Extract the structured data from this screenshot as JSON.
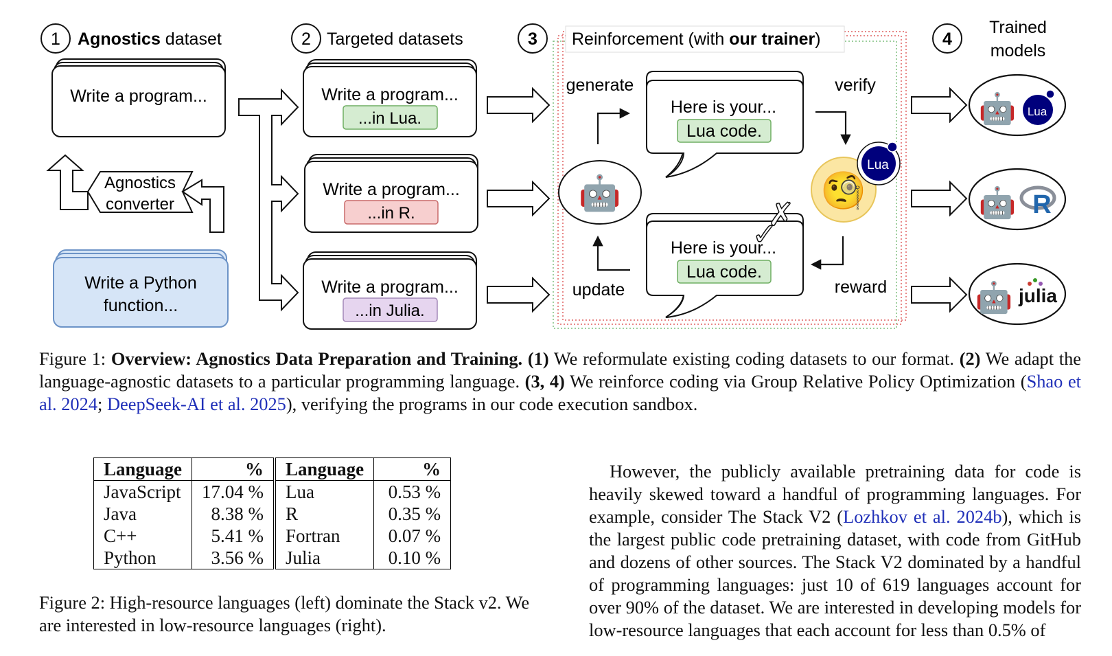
{
  "figure1": {
    "step1": {
      "num": "1",
      "bold": "Agnostics",
      "rest": " dataset"
    },
    "step2": {
      "num": "2",
      "label": "Targeted datasets"
    },
    "step3": {
      "num": "3",
      "pre": "Reinforcement (with ",
      "bold": "our trainer",
      "post": ")"
    },
    "step4": {
      "num": "4",
      "line1": "Trained",
      "line2": "models"
    },
    "write_program": "Write a program...",
    "converter_line1": "Agnostics",
    "converter_line2": "converter",
    "python_line1": "Write a Python",
    "python_line2": "function...",
    "targets": [
      {
        "suffix": "...in Lua.",
        "color": "#d5ecd1",
        "border": "#6fae62"
      },
      {
        "suffix": "...in R.",
        "color": "#f7cfcf",
        "border": "#c86a6a"
      },
      {
        "suffix": "...in Julia.",
        "color": "#e6d5ef",
        "border": "#a489b8"
      }
    ],
    "loop": {
      "generate": "generate",
      "verify": "verify",
      "update": "update",
      "reward": "reward",
      "bubble_line1": "Here is your...",
      "bubble_line2": "Lua code.",
      "lua_badge": "Lua",
      "robot_icon": "🤖",
      "verifier_icon": "🧐",
      "check_mark": "✓",
      "cross_mark": "✗"
    },
    "models": [
      {
        "robot": "🤖",
        "badge": "Lua"
      },
      {
        "robot": "🤖",
        "badge": "R"
      },
      {
        "robot": "🤖",
        "badge": "julia"
      }
    ],
    "colors": {
      "python_fill": "#d6e5f7",
      "python_border": "#6c93c7",
      "dotted_green": "#7fbf7f",
      "dotted_red": "#e06060",
      "lua_blue": "#00007c",
      "r_blue": "#2166ac"
    }
  },
  "caption1": {
    "prefix": "Figure 1: ",
    "title": "Overview: Agnostics Data Preparation and Training.",
    "s1_mark": " (1)",
    "s1": " We reformulate existing coding datasets to our format.",
    "s2_mark": "(2)",
    "s2": " We adapt the language-agnostic datasets to a particular programming language.",
    "s3_mark": " (3, 4)",
    "s3": " We reinforce coding via Group Relative Policy Optimization (",
    "cite1": "Shao et al. 2024",
    "sep": "; ",
    "cite2": "DeepSeek-AI et al. 2025",
    "s4": "), verifying the programs in our code execution sandbox."
  },
  "table": {
    "headers": [
      "Language",
      "%",
      "Language",
      "%"
    ],
    "rows": [
      [
        "JavaScript",
        "17.04 %",
        "Lua",
        "0.53 %"
      ],
      [
        "Java",
        "8.38 %",
        "R",
        "0.35 %"
      ],
      [
        "C++",
        "5.41 %",
        "Fortran",
        "0.07 %"
      ],
      [
        "Python",
        "3.56 %",
        "Julia",
        "0.10 %"
      ]
    ]
  },
  "caption2": "Figure 2: High-resource languages (left) dominate the Stack v2. We are interested in low-resource languages (right).",
  "body": {
    "t1": "However, the publicly available pretraining data for code is heavily skewed toward a handful of programming languages. For example, consider The Stack V2 (",
    "cite": "Lozhkov et al. 2024b",
    "t2": "), which is the largest public code pretraining dataset, with code from GitHub and dozens of other sources. The Stack V2 dominated by a handful of programming languages: just 10 of 619 languages account for over 90% of the dataset. We are interested in developing models for low-resource languages that each account for less than 0.5% of"
  }
}
